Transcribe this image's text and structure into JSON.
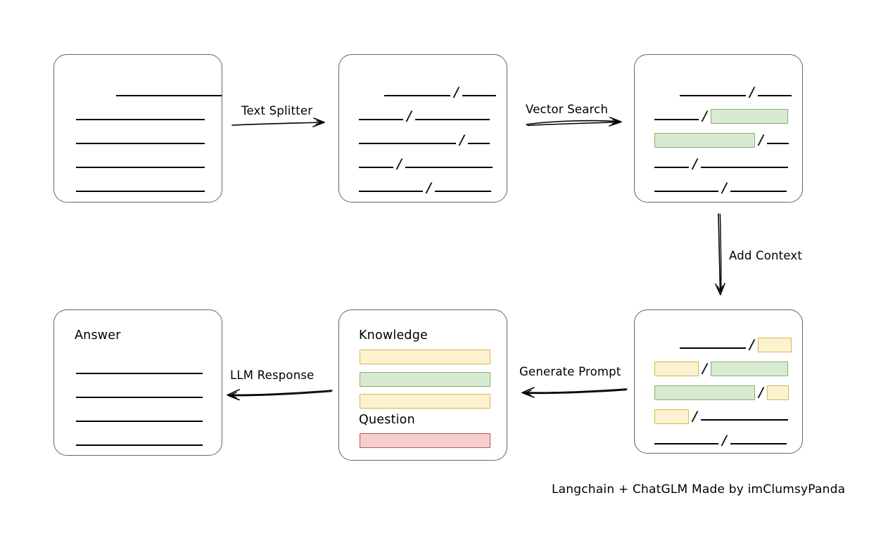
{
  "diagram": {
    "caption": "Langchain + ChatGLM Made by imClumsyPanda",
    "colors": {
      "green_fill": "#d9ead3",
      "green_stroke": "#82b366",
      "yellow_fill": "#fdf2cf",
      "yellow_stroke": "#d6b656",
      "red_fill": "#f5cfcf",
      "red_stroke": "#b85450",
      "box_stroke": "#666666",
      "line": "#000000"
    },
    "arrows": [
      {
        "name": "text-splitter",
        "label": "Text Splitter",
        "direction": "right"
      },
      {
        "name": "vector-search",
        "label": "Vector Search",
        "direction": "right"
      },
      {
        "name": "add-context",
        "label": "Add Context",
        "direction": "down"
      },
      {
        "name": "generate-prompt",
        "label": "Generate Prompt",
        "direction": "left"
      },
      {
        "name": "llm-response",
        "label": "LLM Response",
        "direction": "left"
      }
    ],
    "boxes": [
      {
        "name": "source-document",
        "title": "",
        "rows": [
          {
            "segments": [
              {
                "type": "gap",
                "width": 58
              },
              {
                "type": "line",
                "width": 153
              }
            ]
          },
          {
            "segments": [
              {
                "type": "line",
                "width": 183
              }
            ]
          },
          {
            "segments": [
              {
                "type": "line",
                "width": 183
              }
            ]
          },
          {
            "segments": [
              {
                "type": "line",
                "width": 183
              }
            ]
          },
          {
            "segments": [
              {
                "type": "line",
                "width": 183
              }
            ]
          }
        ]
      },
      {
        "name": "split-chunks",
        "title": "",
        "rows": [
          {
            "segments": [
              {
                "type": "gap",
                "width": 36
              },
              {
                "type": "line",
                "width": 94
              },
              {
                "type": "slash",
                "text": "/"
              },
              {
                "type": "line",
                "width": 48
              }
            ]
          },
          {
            "segments": [
              {
                "type": "line",
                "width": 63
              },
              {
                "type": "slash",
                "text": "/"
              },
              {
                "type": "line",
                "width": 106
              }
            ]
          },
          {
            "segments": [
              {
                "type": "line",
                "width": 138
              },
              {
                "type": "slash",
                "text": "/"
              },
              {
                "type": "line",
                "width": 31
              }
            ]
          },
          {
            "segments": [
              {
                "type": "line",
                "width": 49
              },
              {
                "type": "slash",
                "text": "/"
              },
              {
                "type": "line",
                "width": 124
              }
            ]
          },
          {
            "segments": [
              {
                "type": "line",
                "width": 91
              },
              {
                "type": "slash",
                "text": "/"
              },
              {
                "type": "line",
                "width": 80
              }
            ]
          }
        ]
      },
      {
        "name": "vector-matched-chunks",
        "title": "",
        "rows": [
          {
            "segments": [
              {
                "type": "gap",
                "width": 36
              },
              {
                "type": "line",
                "width": 94
              },
              {
                "type": "slash",
                "text": "/"
              },
              {
                "type": "line",
                "width": 48
              }
            ]
          },
          {
            "segments": [
              {
                "type": "line",
                "width": 63
              },
              {
                "type": "slash",
                "text": "/"
              },
              {
                "type": "chip",
                "color": "green",
                "width": 110
              }
            ]
          },
          {
            "segments": [
              {
                "type": "chip",
                "color": "green",
                "width": 143
              },
              {
                "type": "slash",
                "text": "/"
              },
              {
                "type": "line",
                "width": 31
              }
            ]
          },
          {
            "segments": [
              {
                "type": "line",
                "width": 49
              },
              {
                "type": "slash",
                "text": "/"
              },
              {
                "type": "line",
                "width": 124
              }
            ]
          },
          {
            "segments": [
              {
                "type": "line",
                "width": 91
              },
              {
                "type": "slash",
                "text": "/"
              },
              {
                "type": "line",
                "width": 80
              }
            ]
          }
        ]
      },
      {
        "name": "context-added-chunks",
        "title": "",
        "rows": [
          {
            "segments": [
              {
                "type": "gap",
                "width": 36
              },
              {
                "type": "line",
                "width": 94
              },
              {
                "type": "slash",
                "text": "/"
              },
              {
                "type": "chip",
                "color": "yellow",
                "width": 48
              }
            ]
          },
          {
            "segments": [
              {
                "type": "chip",
                "color": "yellow",
                "width": 63
              },
              {
                "type": "slash",
                "text": "/"
              },
              {
                "type": "chip",
                "color": "green",
                "width": 110
              }
            ]
          },
          {
            "segments": [
              {
                "type": "chip",
                "color": "green",
                "width": 143
              },
              {
                "type": "slash",
                "text": "/"
              },
              {
                "type": "chip",
                "color": "yellow",
                "width": 31
              }
            ]
          },
          {
            "segments": [
              {
                "type": "chip",
                "color": "yellow",
                "width": 49
              },
              {
                "type": "slash",
                "text": "/"
              },
              {
                "type": "line",
                "width": 124
              }
            ]
          },
          {
            "segments": [
              {
                "type": "line",
                "width": 91
              },
              {
                "type": "slash",
                "text": "/"
              },
              {
                "type": "line",
                "width": 80
              }
            ]
          }
        ]
      }
    ],
    "prompt_box": {
      "name": "prompt",
      "knowledge_heading": "Knowledge",
      "knowledge_bars": [
        {
          "color": "yellow"
        },
        {
          "color": "green"
        },
        {
          "color": "yellow"
        }
      ],
      "question_heading": "Question",
      "question_bars": [
        {
          "color": "red"
        }
      ]
    },
    "answer_box": {
      "name": "answer",
      "heading": "Answer",
      "line_count": 4
    }
  }
}
